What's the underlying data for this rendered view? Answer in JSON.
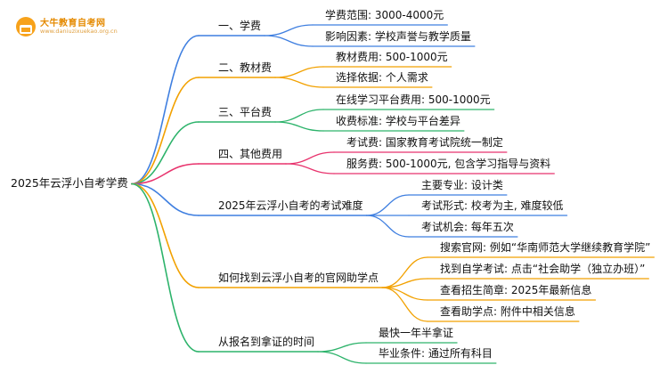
{
  "logo": {
    "name": "大牛教育自考网",
    "url": "www.daniuzixuekao.org.cn"
  },
  "root": "2025年云浮小自考学费",
  "branches": [
    {
      "label": "一、学费",
      "color": "#3f7fe0",
      "children": [
        "学费范围: 3000-4000元",
        "影响因素: 学校声誉与教学质量"
      ]
    },
    {
      "label": "二、教材费",
      "color": "#f2a100",
      "children": [
        "教材费用: 500-1000元",
        "选择依据: 个人需求"
      ]
    },
    {
      "label": "三、平台费",
      "color": "#2db36b",
      "children": [
        "在线学习平台费用: 500-1000元",
        "收费标准: 学校与平台差异"
      ]
    },
    {
      "label": "四、其他费用",
      "color": "#e8336d",
      "children": [
        "考试费: 国家教育考试院统一制定",
        "服务费: 500-1000元, 包含学习指导与资料"
      ]
    },
    {
      "label": "2025年云浮小自考的考试难度",
      "color": "#3f7fe0",
      "children": [
        "主要专业: 设计类",
        "考试形式: 校考为主, 难度较低",
        "考试机会: 每年五次"
      ]
    },
    {
      "label": "如何找到云浮小自考的官网助学点",
      "color": "#f2a100",
      "children": [
        "搜索官网: 例如“华南师范大学继续教育学院”",
        "找到自学考试: 点击“社会助学（独立办班）”",
        "查看招生简章: 2025年最新信息",
        "查看助学点: 附件中相关信息"
      ]
    },
    {
      "label": "从报名到拿证的时间",
      "color": "#2db36b",
      "children": [
        "最快一年半拿证",
        "毕业条件: 通过所有科目"
      ]
    }
  ]
}
